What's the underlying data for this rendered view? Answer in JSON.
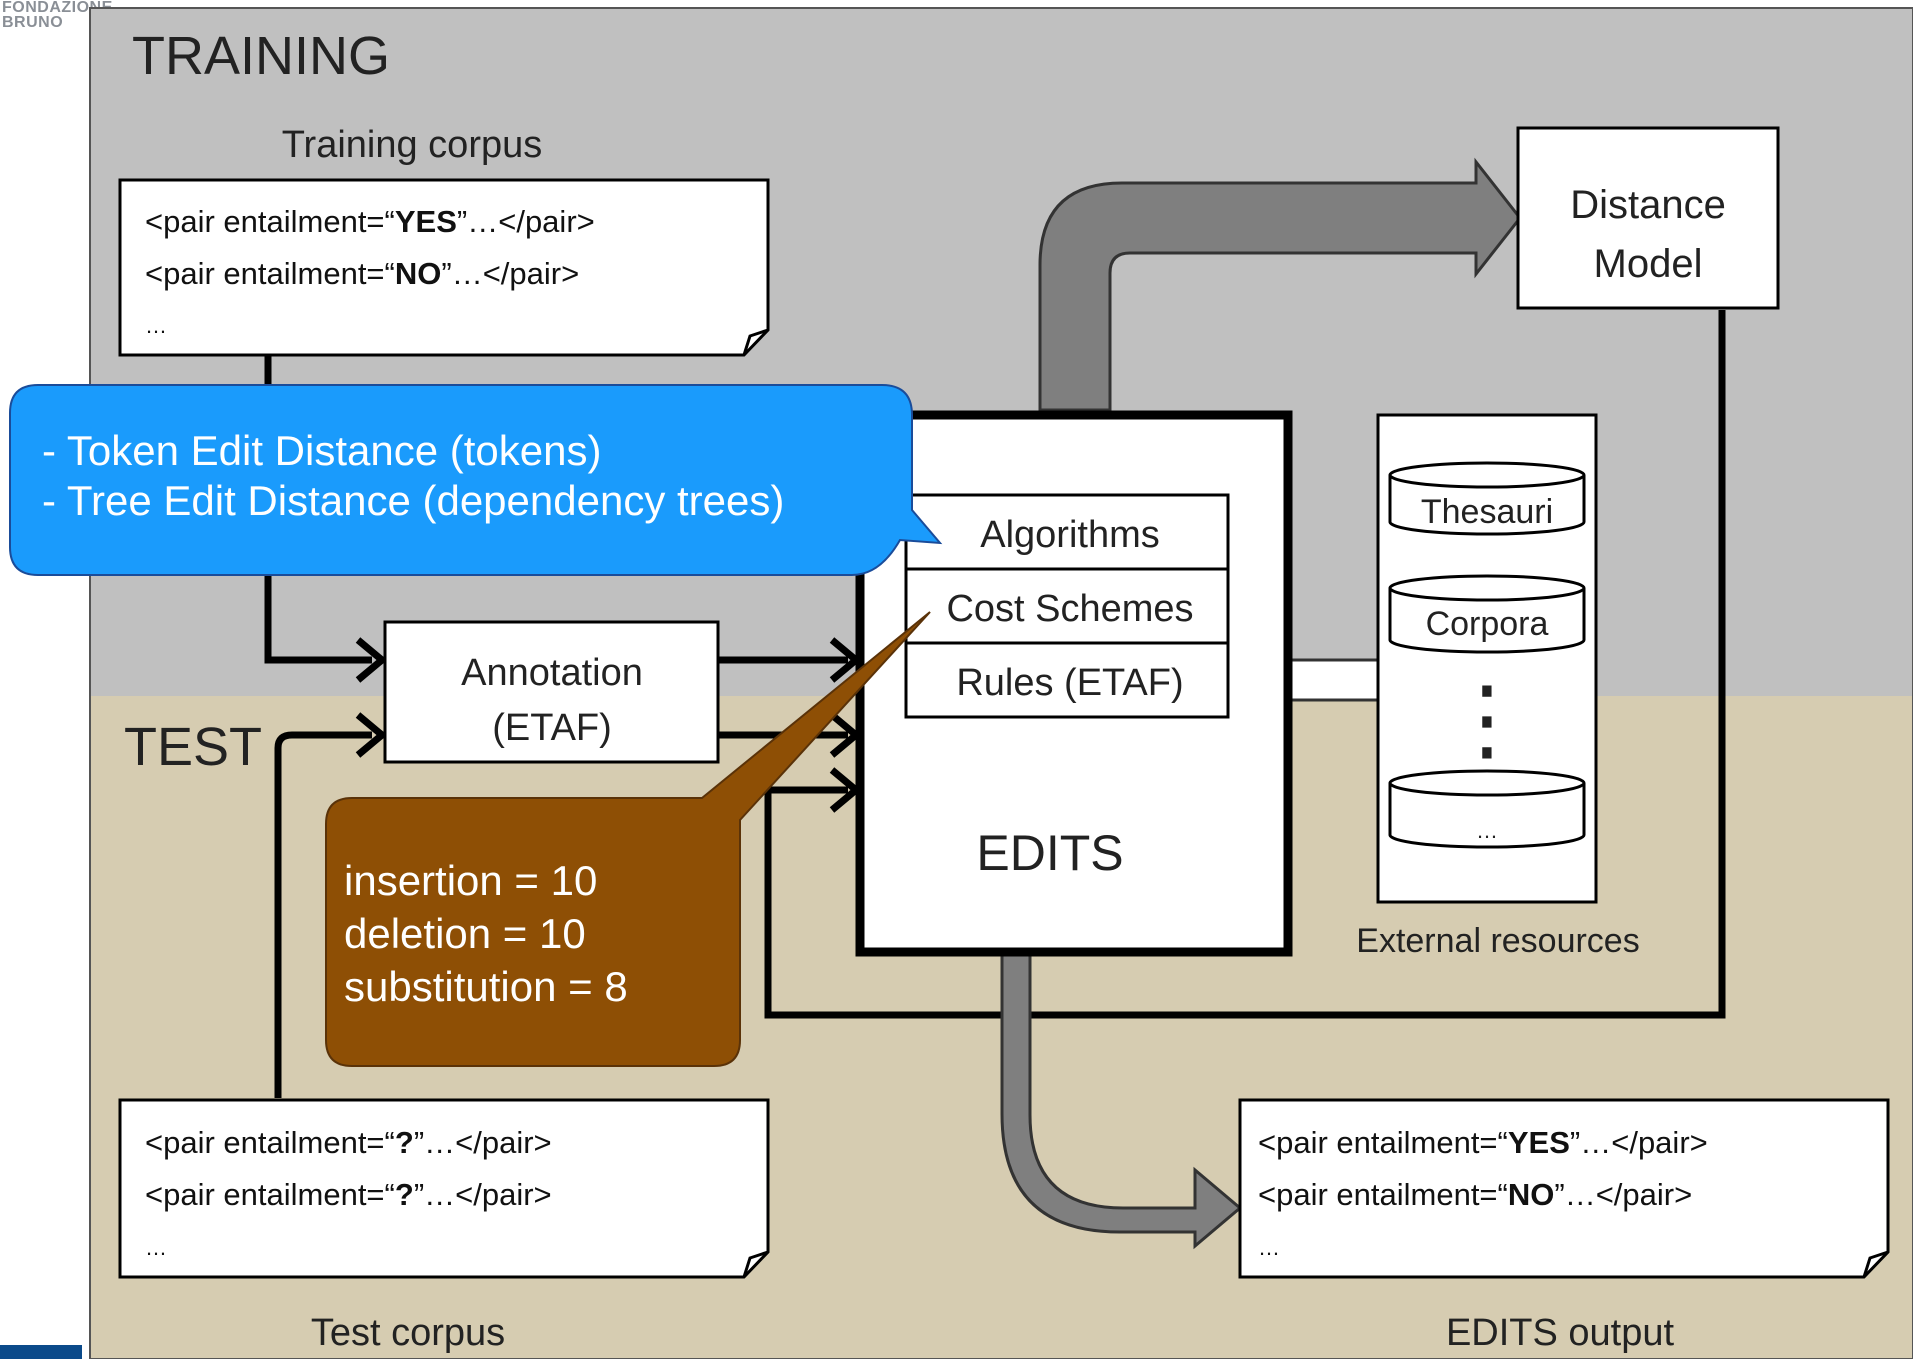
{
  "logo": {
    "line1": "FONDAZIONE",
    "line2": "BRUNO"
  },
  "sections": {
    "training": "TRAINING",
    "test": "TEST"
  },
  "training_corpus": {
    "label": "Training corpus",
    "line1": {
      "pre": "<pair entailment=“",
      "bold": "YES",
      "post": "”…</pair>"
    },
    "line2": {
      "pre": "<pair entailment=“",
      "bold": "NO",
      "post": "”…</pair>"
    },
    "line3": "…"
  },
  "test_corpus": {
    "label": "Test corpus",
    "line1": {
      "pre": "<pair entailment=“",
      "bold": "?",
      "post": "”…</pair>"
    },
    "line2": {
      "pre": "<pair entailment=“",
      "bold": "?",
      "post": "”…</pair>"
    },
    "line3": "…"
  },
  "edits_output": {
    "label": "EDITS output",
    "line1": {
      "pre": "<pair entailment=“",
      "bold": "YES",
      "post": "”…</pair>"
    },
    "line2": {
      "pre": "<pair entailment=“",
      "bold": "NO",
      "post": "”…</pair>"
    },
    "line3": "…"
  },
  "distance_model": {
    "line1": "Distance",
    "line2": "Model"
  },
  "annotation": {
    "line1": "Annotation",
    "line2": "(ETAF)"
  },
  "edits": {
    "title": "EDITS",
    "modules": [
      "Algorithms",
      "Cost Schemes",
      "Rules (ETAF)"
    ]
  },
  "external_resources": {
    "label": "External resources",
    "items": [
      "Thesauri",
      "Corpora",
      "…"
    ],
    "vertical_ellipsis": "⋮"
  },
  "callout_algorithms": {
    "line1": "- Token Edit Distance (tokens)",
    "line2": "- Tree Edit Distance (dependency trees)",
    "color": "#1a9bfc"
  },
  "callout_costs": {
    "line1": "insertion = 10",
    "line2": "deletion = 10",
    "line3": "substitution = 8",
    "color": "#8e4f05"
  },
  "colors": {
    "training_bg": "#c0c0c0",
    "test_bg": "#d6ccb1",
    "arrow_fill": "#7f7f7f"
  }
}
